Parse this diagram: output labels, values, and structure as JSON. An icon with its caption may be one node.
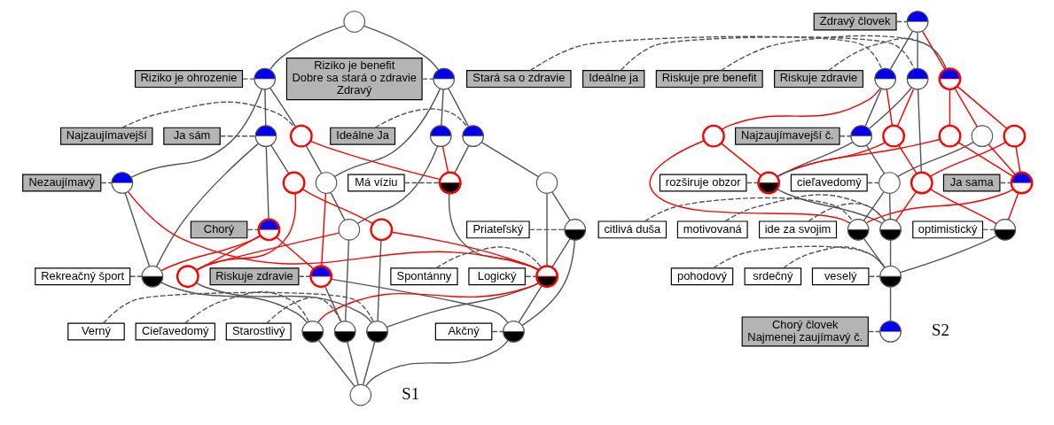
{
  "diagram": {
    "nodes": [
      {
        "text": [],
        "shape": "circle"
      },
      {
        "text": [],
        "shape": "circle"
      },
      {
        "text": [],
        "shape": "circle"
      },
      {
        "text": [],
        "shape": "circle"
      },
      {
        "text": [],
        "shape": "circle"
      },
      {
        "text": [],
        "shape": "circle"
      },
      {
        "text": [],
        "shape": "circle"
      },
      {
        "text": [],
        "shape": "circle"
      },
      {
        "text": [],
        "shape": "circle"
      },
      {
        "text": [],
        "shape": "circle"
      },
      {
        "text": [],
        "shape": "circle"
      },
      {
        "text": [],
        "shape": "circle"
      },
      {
        "text": [],
        "shape": "circle"
      },
      {
        "text": [],
        "shape": "circle"
      },
      {
        "text": [],
        "shape": "circle"
      },
      {
        "text": [],
        "shape": "circle"
      },
      {
        "text": [],
        "shape": "circle"
      },
      {
        "text": [],
        "shape": "circle"
      },
      {
        "text": [],
        "shape": "circle"
      },
      {
        "text": [],
        "shape": "circle"
      },
      {
        "text": [],
        "shape": "circle"
      },
      {
        "text": [],
        "shape": "circle"
      },
      {
        "text": [],
        "shape": "circle"
      },
      {
        "text": [],
        "shape": "circle"
      },
      {
        "text": [],
        "shape": "circle"
      },
      {
        "text": [
          "Riziko je benefit",
          "Dobre sa stará o zdravie",
          "Zdravý"
        ]
      },
      {
        "text": [
          "Riziko je ohrozenie"
        ]
      },
      {
        "text": [
          "Ideálne Ja"
        ]
      },
      {
        "text": [
          "Najzaujímavejší"
        ]
      },
      {
        "text": [
          "Ja sám"
        ]
      },
      {
        "text": [
          "Má víziu"
        ]
      },
      {
        "text": [
          "Nezaujímavý"
        ]
      },
      {
        "text": [
          "Chorý"
        ]
      },
      {
        "text": [
          "Priateľský"
        ]
      },
      {
        "text": [
          "Riskuje zdravie"
        ]
      },
      {
        "text": [
          "Logický"
        ]
      },
      {
        "text": [
          "Rekreačný šport"
        ]
      },
      {
        "text": [
          "Spontánny"
        ]
      },
      {
        "text": [
          "Starostlivý"
        ]
      },
      {
        "text": [
          "Akčný"
        ]
      },
      {
        "text": [
          "Verný"
        ]
      },
      {
        "text": [
          "Cieľavedomý"
        ]
      },
      {
        "text": [],
        "shape": "circle"
      },
      {
        "text": [],
        "shape": "circle"
      },
      {
        "text": [],
        "shape": "circle"
      },
      {
        "text": [],
        "shape": "circle"
      },
      {
        "text": [],
        "shape": "circle"
      },
      {
        "text": [],
        "shape": "circle"
      },
      {
        "text": [],
        "shape": "circle"
      },
      {
        "text": [],
        "shape": "circle"
      },
      {
        "text": [],
        "shape": "circle"
      },
      {
        "text": [],
        "shape": "circle"
      },
      {
        "text": [],
        "shape": "circle"
      },
      {
        "text": [],
        "shape": "circle"
      },
      {
        "text": [],
        "shape": "circle"
      },
      {
        "text": [],
        "shape": "circle"
      },
      {
        "text": [],
        "shape": "circle"
      },
      {
        "text": [],
        "shape": "circle"
      },
      {
        "text": [],
        "shape": "circle"
      },
      {
        "text": [],
        "shape": "circle"
      },
      {
        "text": [],
        "shape": "circle"
      },
      {
        "text": [
          "Zdravý človek"
        ]
      },
      {
        "text": [
          "Ideálne ja"
        ]
      },
      {
        "text": [
          "Stará sa o zdravie"
        ]
      },
      {
        "text": [
          "Riskuje zdravie"
        ]
      },
      {
        "text": [
          "Riskuje pre benefit"
        ]
      },
      {
        "text": [
          "Najzaujímavejší č."
        ]
      },
      {
        "text": [
          "Ja sama"
        ]
      },
      {
        "text": [
          "rozširuje obzor"
        ]
      },
      {
        "text": [
          "cieľavedomý"
        ]
      },
      {
        "text": [
          "motivovaná"
        ]
      },
      {
        "text": [
          "optimistický"
        ]
      },
      {
        "text": [
          "ide za svojim"
        ]
      },
      {
        "text": [
          "citlivá duša"
        ]
      },
      {
        "text": [
          "veselý"
        ]
      },
      {
        "text": [
          "pohodový"
        ]
      },
      {
        "text": [
          "srdečný"
        ]
      },
      {
        "text": [
          "Chorý človek",
          "Najmenej zaujímavý č."
        ]
      }
    ],
    "edges": [
      {
        "from": 0,
        "to": 1,
        "arrow": "none"
      },
      {
        "from": 0,
        "to": 2,
        "arrow": "none"
      },
      {
        "from": 1,
        "to": 3,
        "arrow": "none"
      },
      {
        "from": 1,
        "to": 5,
        "arrow": "none"
      },
      {
        "from": 1,
        "to": 10,
        "arrow": "none"
      },
      {
        "from": 2,
        "to": 4,
        "arrow": "none"
      },
      {
        "from": 2,
        "to": 6,
        "arrow": "none"
      },
      {
        "from": 2,
        "to": 11,
        "arrow": "none"
      },
      {
        "from": 3,
        "to": 7,
        "arrow": "none"
      },
      {
        "from": 3,
        "to": 8,
        "arrow": "none"
      },
      {
        "from": 4,
        "to": 8,
        "arrow": "none",
        "color": "#ff0000"
      },
      {
        "from": 4,
        "to": 10,
        "arrow": "none"
      },
      {
        "from": 5,
        "to": 8,
        "arrow": "none",
        "color": "#ff0000"
      },
      {
        "from": 5,
        "to": 14,
        "arrow": "none"
      },
      {
        "from": 6,
        "to": 9,
        "arrow": "none"
      },
      {
        "from": 6,
        "to": 15,
        "arrow": "none"
      },
      {
        "from": 6,
        "to": 19,
        "arrow": "none"
      },
      {
        "from": 7,
        "to": 12,
        "arrow": "none"
      },
      {
        "from": 7,
        "to": 17,
        "arrow": "none"
      },
      {
        "from": 8,
        "to": 17,
        "arrow": "none"
      },
      {
        "from": 9,
        "to": 13,
        "arrow": "none",
        "color": "#ff0000"
      },
      {
        "from": 9,
        "to": 18,
        "arrow": "none",
        "color": "#ff0000"
      },
      {
        "from": 10,
        "to": 14,
        "arrow": "none"
      },
      {
        "from": 10,
        "to": 16,
        "arrow": "none",
        "color": "#ff0000"
      },
      {
        "from": 11,
        "to": 17,
        "arrow": "none",
        "color": "#ff0000"
      },
      {
        "from": 11,
        "to": 19,
        "arrow": "none"
      },
      {
        "from": 12,
        "to": 17,
        "arrow": "none"
      },
      {
        "from": 12,
        "to": 21,
        "arrow": "none"
      },
      {
        "from": 13,
        "to": 17,
        "arrow": "none",
        "color": "#ff0000"
      },
      {
        "from": 13,
        "to": 22,
        "arrow": "none"
      },
      {
        "from": 14,
        "to": 20,
        "arrow": "none"
      },
      {
        "from": 14,
        "to": 18,
        "arrow": "none",
        "color": "#ff0000"
      },
      {
        "from": 15,
        "to": 16,
        "arrow": "none",
        "color": "#ff0000"
      },
      {
        "from": 15,
        "to": 18,
        "arrow": "none",
        "color": "#ff0000"
      },
      {
        "from": 15,
        "to": 19,
        "arrow": "none",
        "color": "#ff0000"
      },
      {
        "from": 16,
        "to": 20,
        "arrow": "none"
      },
      {
        "from": 16,
        "to": 21,
        "arrow": "none"
      },
      {
        "from": 17,
        "to": 21,
        "arrow": "none"
      },
      {
        "from": 17,
        "to": 22,
        "arrow": "none"
      },
      {
        "from": 17,
        "to": 23,
        "arrow": "none",
        "color": "#ff0000"
      },
      {
        "from": 18,
        "to": 22,
        "arrow": "none"
      },
      {
        "from": 19,
        "to": 23,
        "arrow": "none"
      },
      {
        "from": 20,
        "to": 24,
        "arrow": "none"
      },
      {
        "from": 21,
        "to": 24,
        "arrow": "none"
      },
      {
        "from": 22,
        "to": 24,
        "arrow": "none"
      },
      {
        "from": 23,
        "to": 24,
        "arrow": "none"
      },
      {
        "from": 25,
        "to": 1,
        "arrow": "none",
        "style": "dashed"
      },
      {
        "from": 26,
        "to": 2,
        "arrow": "none",
        "style": "dashed"
      },
      {
        "from": 27,
        "to": 3,
        "arrow": "none",
        "style": "dashed"
      },
      {
        "from": 28,
        "to": 4,
        "arrow": "none",
        "style": "dashed"
      },
      {
        "from": 29,
        "to": 6,
        "arrow": "none",
        "style": "dashed"
      },
      {
        "from": 30,
        "to": 8,
        "arrow": "none",
        "style": "dashed"
      },
      {
        "from": 31,
        "to": 11,
        "arrow": "none",
        "style": "dashed"
      },
      {
        "from": 32,
        "to": 15,
        "arrow": "none",
        "style": "dashed"
      },
      {
        "from": 33,
        "to": 12,
        "arrow": "none",
        "style": "dashed"
      },
      {
        "from": 34,
        "to": 16,
        "arrow": "none",
        "style": "dashed"
      },
      {
        "from": 35,
        "to": 17,
        "arrow": "none",
        "style": "dashed"
      },
      {
        "from": 36,
        "to": 19,
        "arrow": "none",
        "style": "dashed"
      },
      {
        "from": 37,
        "to": 17,
        "arrow": "none",
        "style": "dashed"
      },
      {
        "from": 38,
        "to": 20,
        "arrow": "none",
        "style": "dashed"
      },
      {
        "from": 39,
        "to": 21,
        "arrow": "none",
        "style": "dashed"
      },
      {
        "from": 40,
        "to": 22,
        "arrow": "none",
        "style": "dashed"
      },
      {
        "from": 41,
        "to": 23,
        "arrow": "none",
        "style": "dashed"
      },
      {
        "from": 42,
        "to": 43,
        "arrow": "none"
      },
      {
        "from": 42,
        "to": 44,
        "arrow": "none"
      },
      {
        "from": 42,
        "to": 45,
        "arrow": "none",
        "color": "#ff0000"
      },
      {
        "from": 43,
        "to": 46,
        "arrow": "none",
        "color": "#ff0000"
      },
      {
        "from": 43,
        "to": 48,
        "arrow": "none"
      },
      {
        "from": 43,
        "to": 52,
        "arrow": "none"
      },
      {
        "from": 44,
        "to": 46,
        "arrow": "none",
        "color": "#ff0000"
      },
      {
        "from": 44,
        "to": 48,
        "arrow": "none"
      },
      {
        "from": 44,
        "to": 50,
        "arrow": "none",
        "color": "#ff0000"
      },
      {
        "from": 45,
        "to": 47,
        "arrow": "none",
        "color": "#ff0000"
      },
      {
        "from": 45,
        "to": 49,
        "arrow": "none",
        "color": "#ff0000"
      },
      {
        "from": 45,
        "to": 51,
        "arrow": "none",
        "color": "#ff0000"
      },
      {
        "from": 46,
        "to": 52,
        "arrow": "none",
        "color": "#ff0000"
      },
      {
        "from": 46,
        "to": 53,
        "arrow": "none",
        "color": "#ff0000"
      },
      {
        "from": 47,
        "to": 53,
        "arrow": "none",
        "color": "#ff0000"
      },
      {
        "from": 47,
        "to": 54,
        "arrow": "none",
        "color": "#ff0000"
      },
      {
        "from": 48,
        "to": 53,
        "arrow": "none"
      },
      {
        "from": 48,
        "to": 55,
        "arrow": "none"
      },
      {
        "from": 49,
        "to": 52,
        "arrow": "none",
        "color": "#ff0000"
      },
      {
        "from": 49,
        "to": 54,
        "arrow": "none",
        "color": "#ff0000"
      },
      {
        "from": 50,
        "to": 53,
        "arrow": "none",
        "color": "#ff0000"
      },
      {
        "from": 50,
        "to": 58,
        "arrow": "none",
        "color": "#ff0000"
      },
      {
        "from": 51,
        "to": 54,
        "arrow": "none",
        "color": "#ff0000"
      },
      {
        "from": 51,
        "to": 55,
        "arrow": "none"
      },
      {
        "from": 52,
        "to": 56,
        "arrow": "none",
        "color": "#ff0000"
      },
      {
        "from": 52,
        "to": 57,
        "arrow": "none",
        "color": "#ff0000"
      },
      {
        "from": 53,
        "to": 57,
        "arrow": "none"
      },
      {
        "from": 54,
        "to": 56,
        "arrow": "none",
        "color": "#ff0000"
      },
      {
        "from": 54,
        "to": 58,
        "arrow": "none",
        "color": "#ff0000"
      },
      {
        "from": 55,
        "to": 57,
        "arrow": "none"
      },
      {
        "from": 55,
        "to": 58,
        "arrow": "none"
      },
      {
        "from": 56,
        "to": 59,
        "arrow": "none"
      },
      {
        "from": 57,
        "to": 59,
        "arrow": "none"
      },
      {
        "from": 58,
        "to": 59,
        "arrow": "none"
      },
      {
        "from": 59,
        "to": 60,
        "arrow": "none"
      },
      {
        "from": 61,
        "to": 42,
        "arrow": "none",
        "style": "dashed"
      },
      {
        "from": 62,
        "to": 43,
        "arrow": "none",
        "style": "dashed"
      },
      {
        "from": 63,
        "to": 44,
        "arrow": "none",
        "style": "dashed"
      },
      {
        "from": 64,
        "to": 45,
        "arrow": "none",
        "style": "dashed"
      },
      {
        "from": 65,
        "to": 45,
        "arrow": "none",
        "style": "dashed"
      },
      {
        "from": 66,
        "to": 48,
        "arrow": "none",
        "style": "dashed"
      },
      {
        "from": 67,
        "to": 54,
        "arrow": "none",
        "style": "dashed"
      },
      {
        "from": 68,
        "to": 53,
        "arrow": "none",
        "style": "dashed"
      },
      {
        "from": 69,
        "to": 55,
        "arrow": "none",
        "style": "dashed"
      },
      {
        "from": 70,
        "to": 57,
        "arrow": "none",
        "style": "dashed"
      },
      {
        "from": 71,
        "to": 56,
        "arrow": "none",
        "style": "dashed"
      },
      {
        "from": 72,
        "to": 57,
        "arrow": "none",
        "style": "dashed"
      },
      {
        "from": 73,
        "to": 58,
        "arrow": "none",
        "style": "dashed"
      },
      {
        "from": 74,
        "to": 59,
        "arrow": "none",
        "style": "dashed"
      },
      {
        "from": 75,
        "to": 59,
        "arrow": "none",
        "style": "dashed"
      },
      {
        "from": 76,
        "to": 59,
        "arrow": "none",
        "style": "dashed"
      },
      {
        "from": 77,
        "to": 60,
        "arrow": "none",
        "style": "dashed"
      }
    ],
    "labels": [
      "S1",
      "S2"
    ]
  }
}
